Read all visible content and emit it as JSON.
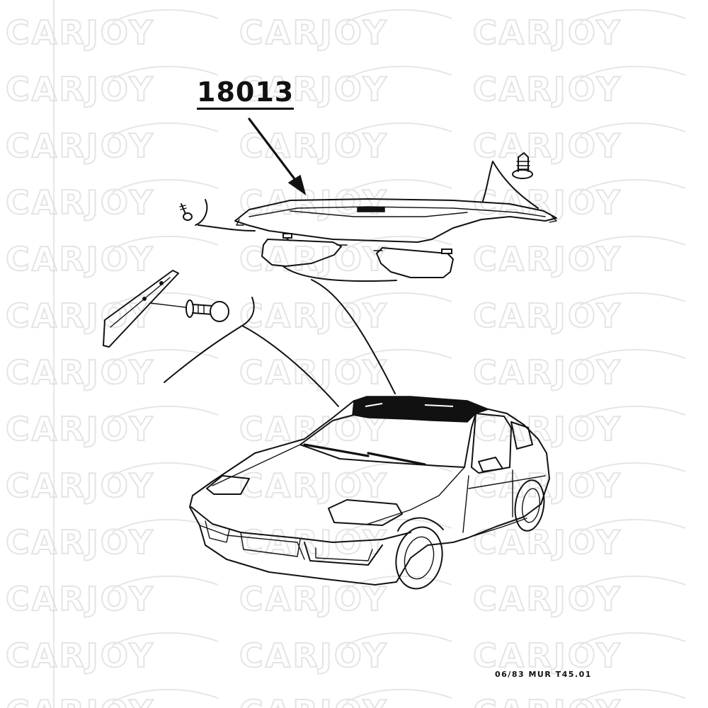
{
  "diagram": {
    "part_number": "18013",
    "footer_reference": "06/83 MUR T45.01",
    "watermark_text": "CARJOY",
    "colors": {
      "ink": "#111111",
      "watermark": "#e4e4e4",
      "background": "#ffffff"
    }
  }
}
